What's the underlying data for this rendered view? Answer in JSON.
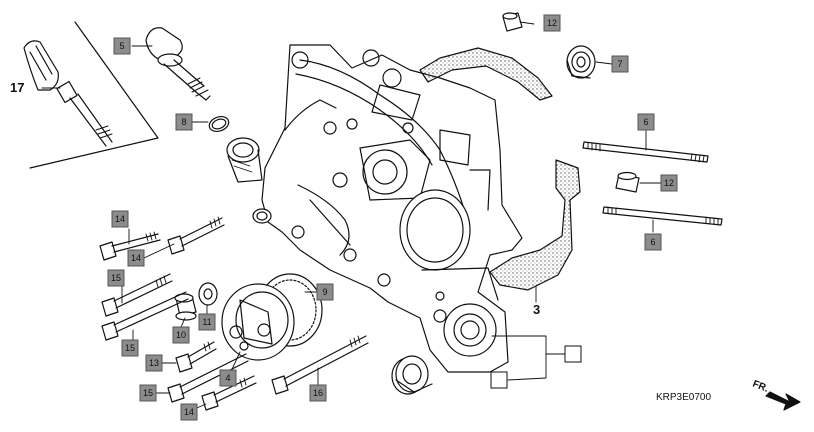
{
  "diagram_code": "KRP3E0700",
  "front_marker": {
    "label": "FR.",
    "icon": "front-arrow-icon"
  },
  "callouts": {
    "p3": "3",
    "p4": "4",
    "p5": "5",
    "p6a": "6",
    "p6b": "6",
    "p7": "7",
    "p8": "8",
    "p9": "9",
    "p10": "10",
    "p11": "11",
    "p12a": "12",
    "p12b": "12",
    "p13": "13",
    "p14a": "14",
    "p14b": "14",
    "p14c": "14",
    "p15a": "15",
    "p15b": "15",
    "p15c": "15",
    "p16": "16",
    "p17": "17"
  },
  "colors": {
    "line": "#111111",
    "callout_fill": "#8c8c8c",
    "gasket_dots": "#555555"
  }
}
